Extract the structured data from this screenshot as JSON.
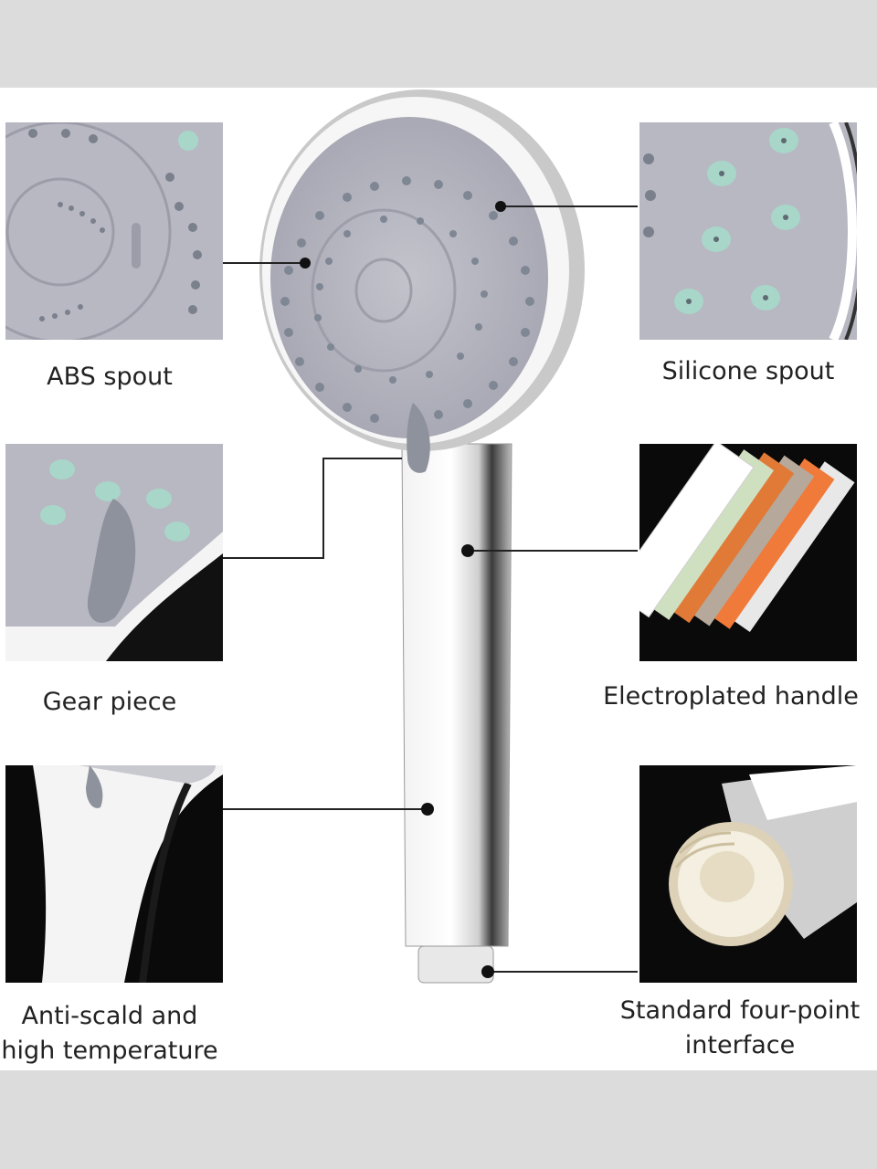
{
  "features": {
    "abs_spout": "ABS spout",
    "silicone_spout": "Silicone spout",
    "gear_piece": "Gear piece",
    "electroplated_handle": "Electroplated handle",
    "anti_scald_line1": "Anti-scald and",
    "anti_scald_line2": "high temperature",
    "interface_line1": "Standard four-point",
    "interface_line2": "interface"
  },
  "colors": {
    "face_grey": "#b7b7c2",
    "nozzle": "#7f8794",
    "silicone_nozzle": "#a8d6c8",
    "chrome": "#d8d8d8",
    "background": "#ffffff"
  }
}
